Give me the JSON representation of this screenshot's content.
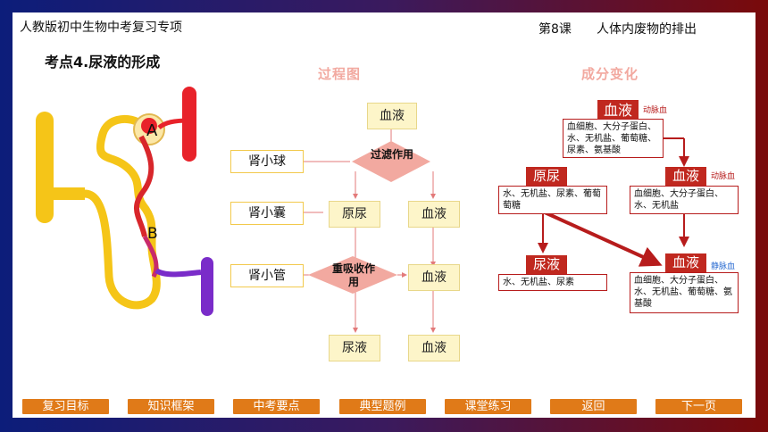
{
  "header": {
    "course_title": "人教版初中生物中考复习专项",
    "lesson_number": "第8课",
    "lesson_title": "人体内废物的排出",
    "topic": "考点4.尿液的形成"
  },
  "nephron": {
    "label_a": "A",
    "label_b": "B"
  },
  "process": {
    "title": "过程图",
    "tags": [
      "肾小球",
      "肾小囊",
      "肾小管"
    ],
    "blood_top": "血液",
    "filter_label": "过滤作用",
    "primary_urine": "原尿",
    "blood_mid": "血液",
    "reabsorb_label": "重吸收作用",
    "blood_after": "血液",
    "urine": "尿液",
    "blood_bottom": "血液"
  },
  "composition": {
    "title": "成分变化",
    "blood_top": {
      "label": "血液",
      "note": "动脉血",
      "content": "血细胞、大分子蛋白、水、无机盐、葡萄糖、尿素、氨基酸"
    },
    "primary_urine": {
      "label": "原尿",
      "content": "水、无机盐、尿素、葡萄萄糖"
    },
    "blood_right": {
      "label": "血液",
      "note": "动脉血",
      "content": "血细胞、大分子蛋白、水、无机盐"
    },
    "urine": {
      "label": "尿液",
      "content": "水、无机盐、尿素"
    },
    "blood_bottom": {
      "label": "血液",
      "note": "静脉血",
      "content": "血细胞、大分子蛋白、水、无机盐、葡萄糖、氨基酸"
    }
  },
  "nav": [
    "复习目标",
    "知识框架",
    "中考要点",
    "典型题例",
    "课堂练习",
    "返回",
    "下一页"
  ],
  "colors": {
    "nav_button": "#e07a18",
    "red_header": "#c0281f",
    "yellow_box": "#fdf5c9",
    "diamond": "#f2a9a0"
  }
}
